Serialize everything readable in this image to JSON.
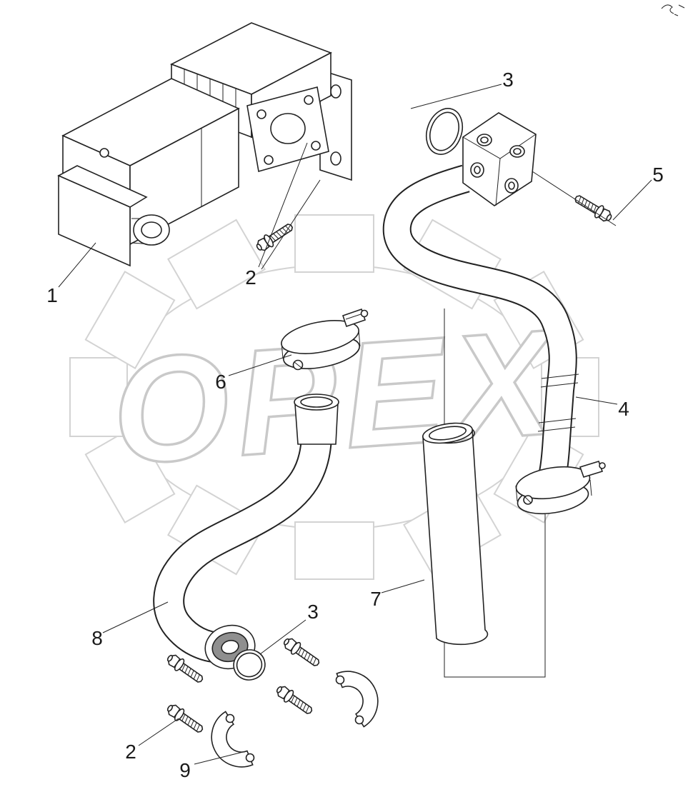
{
  "watermark": {
    "text": "OPEX",
    "color": "#c9c9c9"
  },
  "colors": {
    "line": "#222222",
    "background": "#ffffff"
  },
  "callouts": [
    {
      "label": "1"
    },
    {
      "label": "2"
    },
    {
      "label": "3"
    },
    {
      "label": "5"
    },
    {
      "label": "6"
    },
    {
      "label": "4"
    },
    {
      "label": "7"
    },
    {
      "label": "8"
    },
    {
      "label": "3"
    },
    {
      "label": "2"
    },
    {
      "label": "9"
    }
  ]
}
